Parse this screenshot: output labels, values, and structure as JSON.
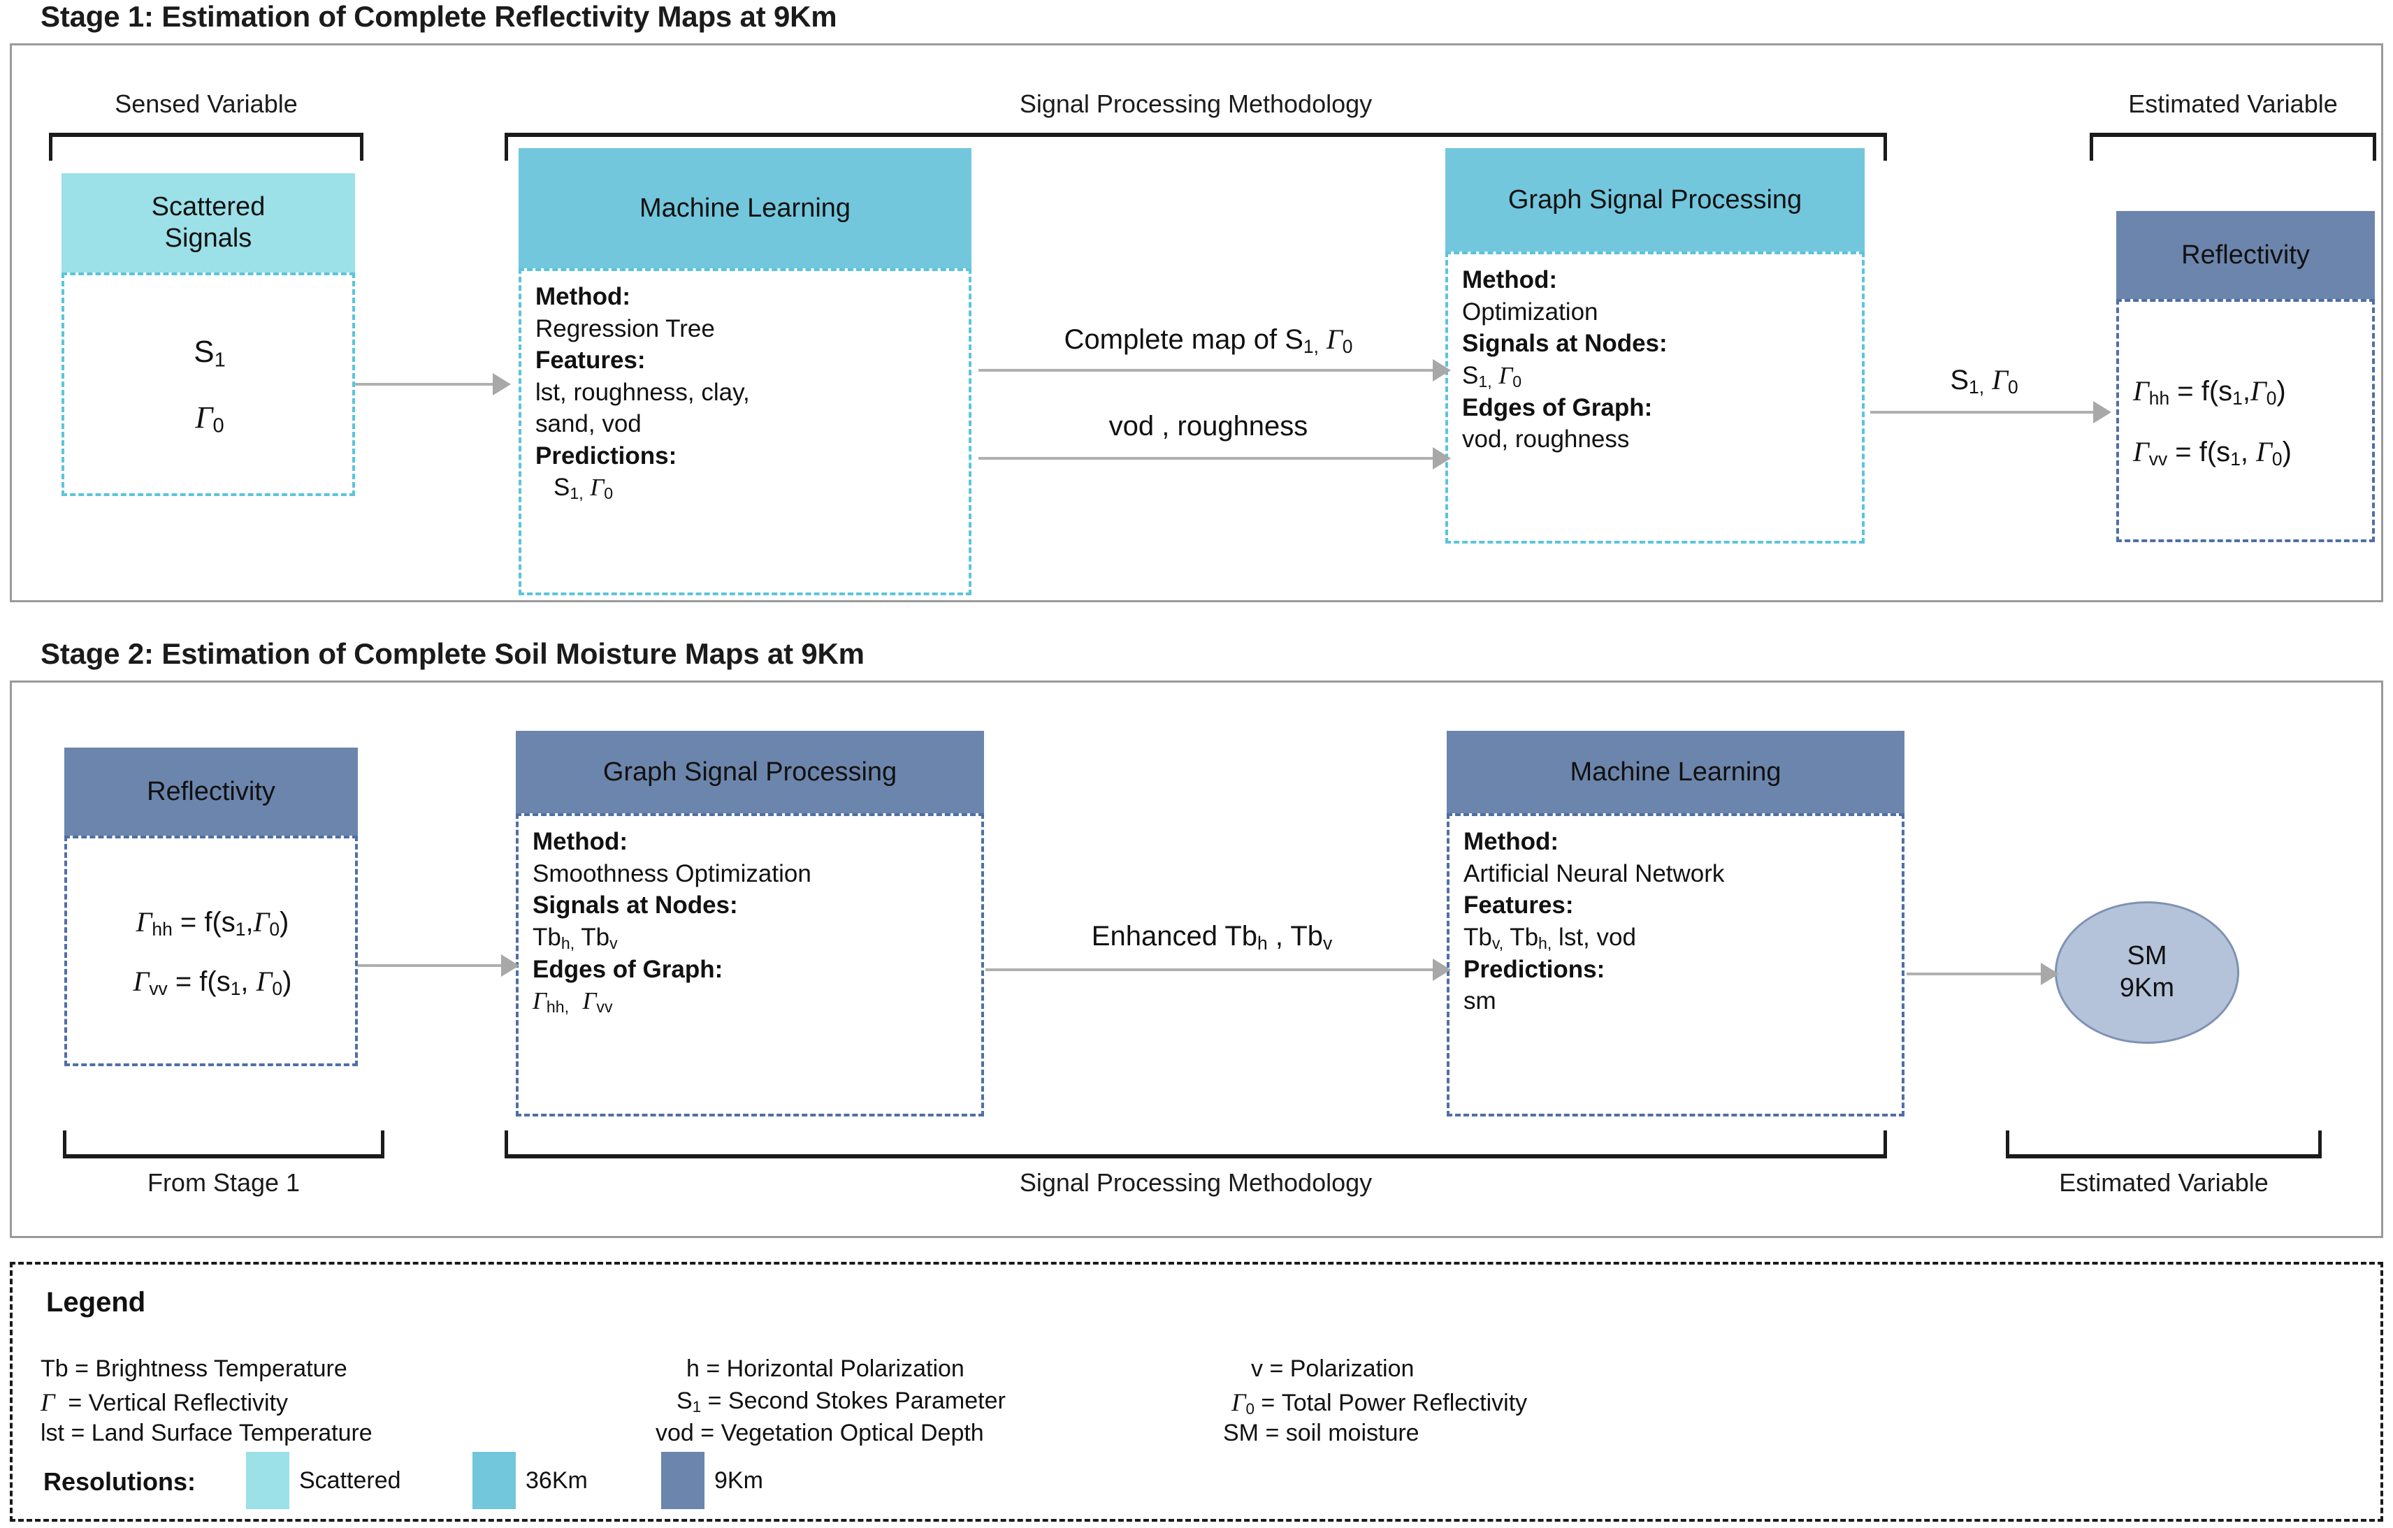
{
  "colors": {
    "scattered": "#9ce0e8",
    "km36": "#72c7dd",
    "km9": "#6c85ac",
    "sm_ellipse": "#b4c3d9",
    "frame": "#9a9a9a",
    "arrow": "#b0b0b0",
    "dash_cyan": "#5bc4de",
    "dash_blue": "#4f6fa5"
  },
  "stage1": {
    "title": "Stage 1: Estimation of Complete Reflectivity Maps at 9Km",
    "brackets": [
      {
        "label": "Sensed Variable"
      },
      {
        "label": "Signal Processing Methodology"
      },
      {
        "label": "Estimated Variable"
      }
    ],
    "scattered_box": {
      "header": "Scattered\nSignals",
      "line1": "S1",
      "line2": "Γ 0"
    },
    "ml_box": {
      "header": "Machine Learning",
      "method_label": "Method:",
      "method_value": "Regression Tree",
      "features_label": "Features:",
      "features_value1": "lst, roughness, clay,",
      "features_value2": "sand, vod",
      "predictions_label": "Predictions:",
      "predictions_value": "S1, Γ0"
    },
    "gsp_box": {
      "header": "Graph Signal Processing",
      "method_label": "Method:",
      "method_value": "Optimization",
      "nodes_label": "Signals at Nodes:",
      "nodes_value": "S1, Γ0",
      "edges_label": "Edges of Graph:",
      "edges_value": "vod, roughness"
    },
    "reflectivity_box": {
      "header": "Reflectivity",
      "line1": "Γhh = f(s1,Γ0)",
      "line2": "Γvv = f(s1, Γ0)"
    },
    "arrows": [
      {
        "label": ""
      },
      {
        "label": "Complete map of S1, Γ0"
      },
      {
        "label": "vod  , roughness"
      },
      {
        "label": "S1, Γ0"
      }
    ]
  },
  "stage2": {
    "title": "Stage 2: Estimation of Complete Soil Moisture Maps at 9Km",
    "brackets": [
      {
        "label": "From Stage 1"
      },
      {
        "label": "Signal Processing Methodology"
      },
      {
        "label": "Estimated Variable"
      }
    ],
    "reflectivity_box": {
      "header": "Reflectivity",
      "line1": "Γhh = f(s1,Γ0)",
      "line2": "Γvv = f(s1, Γ0)"
    },
    "gsp_box": {
      "header": "Graph Signal Processing",
      "method_label": "Method:",
      "method_value": "Smoothness Optimization",
      "nodes_label": "Signals at Nodes:",
      "nodes_value": "Tbh, Tbv",
      "edges_label": "Edges of Graph:",
      "edges_value": "Γhh,  Γvv"
    },
    "ml_box": {
      "header": "Machine Learning",
      "method_label": "Method:",
      "method_value": "Artificial Neural Network",
      "features_label": "Features:",
      "features_value": "Tbv, Tbh, lst, vod",
      "predictions_label": "Predictions:",
      "predictions_value": "sm"
    },
    "sm_node": {
      "line1": "SM",
      "line2": "9Km"
    },
    "arrows": [
      {
        "label": ""
      },
      {
        "label": "Enhanced Tbh , Tbv"
      },
      {
        "label": ""
      }
    ]
  },
  "legend": {
    "title": "Legend",
    "col1": [
      "Tb = Brightness Temperature",
      "Γ  = Vertical Reflectivity",
      "lst = Land Surface Temperature"
    ],
    "col2": [
      "h = Horizontal Polarization",
      "S1 = Second Stokes Parameter",
      "vod = Vegetation Optical Depth"
    ],
    "col3": [
      "v = Polarization",
      "Γ0 = Total Power Reflectivity",
      "SM = soil moisture"
    ],
    "resolutions_label": "Resolutions:",
    "swatches": [
      {
        "label": "Scattered",
        "color": "#9ce0e8"
      },
      {
        "label": "36Km",
        "color": "#72c7dd"
      },
      {
        "label": "9Km",
        "color": "#6c85ac"
      }
    ]
  }
}
